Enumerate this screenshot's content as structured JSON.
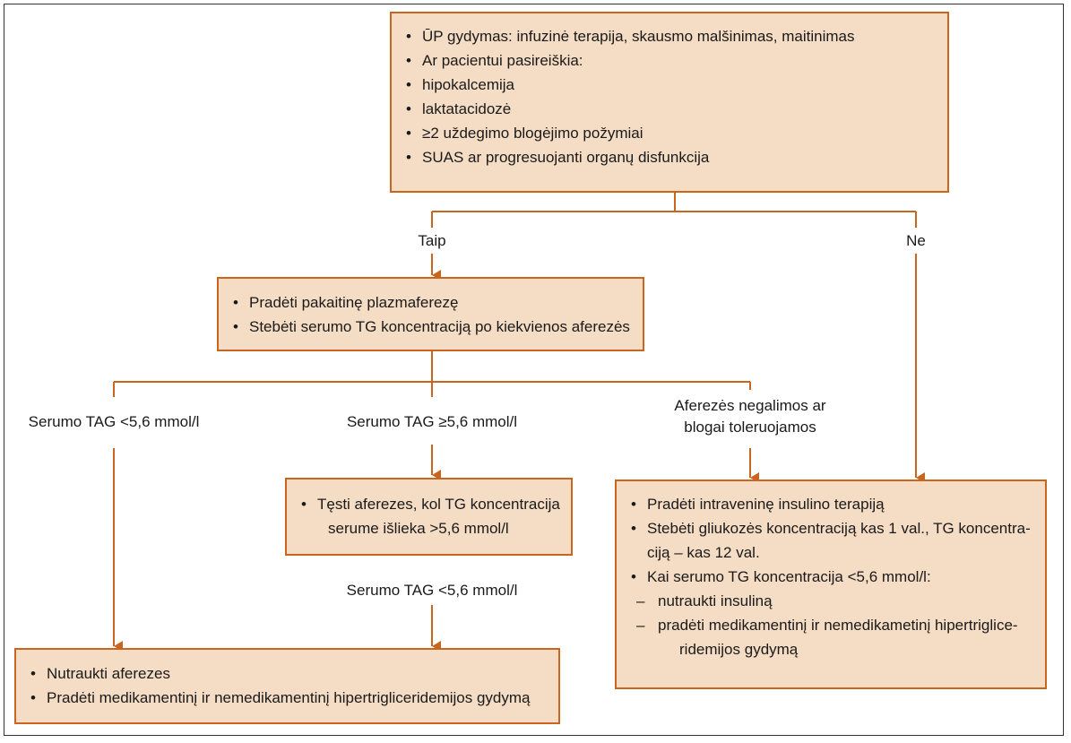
{
  "nodes": {
    "top": {
      "items": [
        "ŪP gydymas: infuzinė terapija, skausmo malšinimas, maitinimas",
        "Ar pacientui pasireiškia:",
        "hipokalcemija",
        "laktatacidozė",
        "≥2 uždegimo blogėjimo požymiai",
        "SUAS ar progresuojanti organų disfunkcija"
      ]
    },
    "plasma": {
      "items": [
        "Pradėti pakaitinę plazmaferezę",
        "Stebėti serumo TG koncentraciją po kiekvienos aferezės"
      ]
    },
    "continue": {
      "line1": "Tęsti aferezes, kol TG koncentracija",
      "line2": "serume išlieka >5,6 mmol/l"
    },
    "insulin": {
      "item1": "Pradėti intraveninę insulino terapiją",
      "item2_line1": "Stebėti gliukozės koncentraciją kas 1 val., TG koncentra-",
      "item2_line2": "ciją – kas 12 val.",
      "item3": "Kai serumo TG koncentracija <5,6 mmol/l:",
      "dash1": "nutraukti insuliną",
      "dash2_line1": "pradėti medikamentinį ir nemedikametinį hipertriglice-",
      "dash2_line2": "ridemijos gydymą"
    },
    "stop": {
      "items": [
        "Nutraukti aferezes",
        "Pradėti medikamentinį ir nemedikamentinį hipertrigliceridemijos gydymą"
      ]
    }
  },
  "edge_labels": {
    "yes": "Taip",
    "no": "Ne",
    "tag_low_left": "Serumo TAG <5,6 mmol/l",
    "tag_high": "Serumo TAG ≥5,6 mmol/l",
    "apheresis_impossible_line1": "Aferezės negalimos ar",
    "apheresis_impossible_line2": "blogai toleruojamos",
    "tag_low_center": "Serumo TAG <5,6 mmol/l"
  },
  "colors": {
    "box_fill": "#f5dcc4",
    "box_border": "#c8651e",
    "connector": "#c8651e"
  }
}
